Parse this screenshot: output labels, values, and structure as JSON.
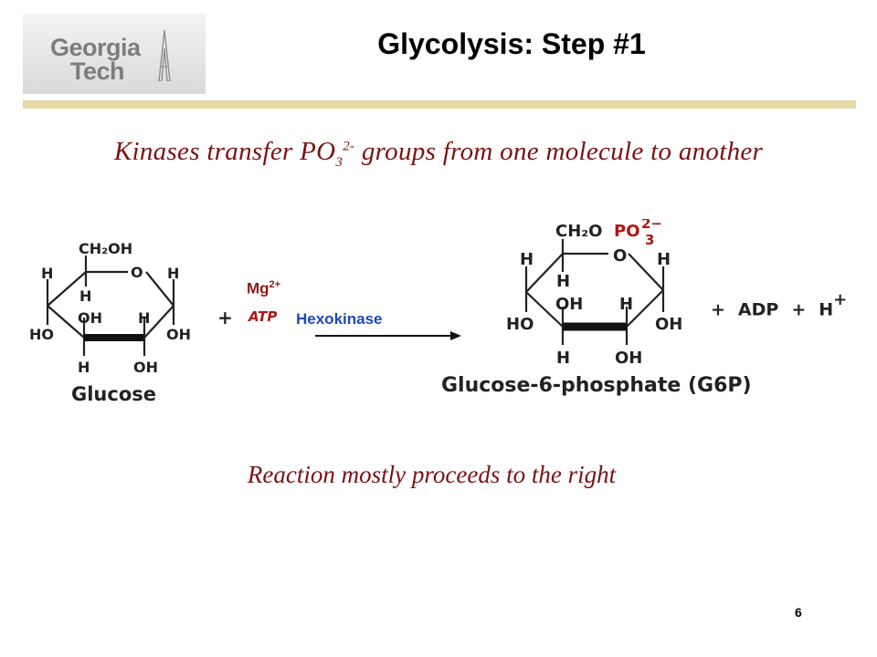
{
  "header": {
    "logo_line1": "Georgia",
    "logo_line2": "Tech",
    "title": "Glycolysis: Step #1"
  },
  "subtitle": {
    "pre": "Kinases transfer PO",
    "sub": "3",
    "sup": "2-",
    "post": " groups from one molecule to another"
  },
  "reaction": {
    "plus": "+",
    "cofactor": "Mg",
    "cofactor_charge": "2+",
    "reagent": "ATP",
    "enzyme": "Hexokinase",
    "glucose": {
      "name": "Glucose",
      "labels": {
        "ch2oh": "CH₂OH",
        "o": "O",
        "h_left": "H",
        "h_right": "H",
        "h_inner": "H",
        "ho": "HO",
        "oh_mid": "OH",
        "h_mid": "H",
        "oh_right": "OH",
        "h_bottom": "H",
        "oh_bottom": "OH"
      }
    },
    "g6p": {
      "name": "Glucose-6-phosphate (G6P)",
      "labels": {
        "ch2o": "CH₂O",
        "po": "PO",
        "charge": "2−",
        "po_sub": "3",
        "o": "O",
        "h_left": "H",
        "h_right": "H",
        "h_inner": "H",
        "ho": "HO",
        "oh_mid": "OH",
        "h_mid": "H",
        "oh_right": "OH",
        "h_bottom": "H",
        "oh_bottom": "OH"
      }
    },
    "products": {
      "plus1": "+",
      "adp": "ADP",
      "plus2": "+",
      "h": "H",
      "h_charge": "+"
    }
  },
  "note": "Reaction mostly proceeds to the right",
  "page_number": "6",
  "colors": {
    "accent_text": "#7a1212",
    "enzyme_blue": "#1f47b8",
    "phosphate_red": "#b01515",
    "header_rule": "#e6d9a3"
  }
}
